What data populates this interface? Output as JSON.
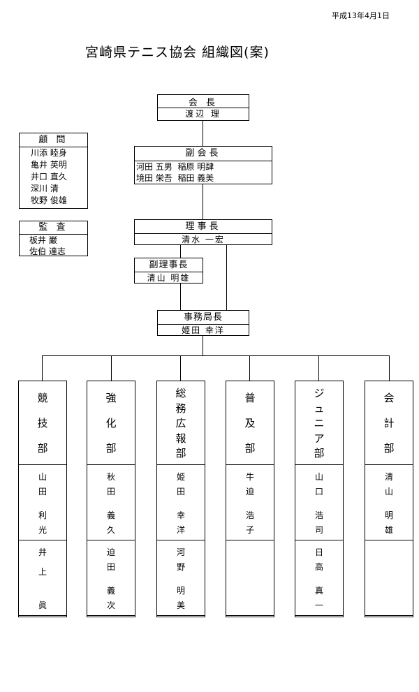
{
  "date": "平成13年4月1日",
  "title": "宮崎県テニス協会 組織図(案)",
  "president": {
    "title": "会 長",
    "name": "渡辺 理"
  },
  "vice_president": {
    "title": "副会長",
    "rows": [
      "河田 五男  稲原 明肆",
      "境田 栄吾  稲田 義美"
    ]
  },
  "chairman": {
    "title": "理事長",
    "name": "清水 一宏"
  },
  "vice_chairman": {
    "title": "副理事長",
    "name": "清山 明雄"
  },
  "secretary_general": {
    "title": "事務局長",
    "name": "姫田 幸洋"
  },
  "advisors": {
    "title": "顧 問",
    "members": [
      "川添 睦身",
      "亀井 英明",
      "井口 直久",
      "深川 清",
      "牧野 俊雄"
    ]
  },
  "auditors": {
    "title": "監 査",
    "members": [
      "板井 巌",
      "佐伯 達志"
    ]
  },
  "departments": [
    {
      "name": [
        "競",
        "技",
        "部"
      ],
      "cells": [
        [
          "山",
          "田",
          "",
          "利",
          "光"
        ],
        [
          "井",
          "上",
          "",
          "眞"
        ],
        []
      ]
    },
    {
      "name": [
        "強",
        "化",
        "部"
      ],
      "cells": [
        [
          "秋",
          "田",
          "",
          "義",
          "久"
        ],
        [
          "迫",
          "田",
          "",
          "義",
          "次"
        ],
        []
      ]
    },
    {
      "name": [
        "総",
        "務",
        "広",
        "報",
        "部"
      ],
      "cells": [
        [
          "姫",
          "田",
          "",
          "幸",
          "洋"
        ],
        [
          "河",
          "野",
          "",
          "明",
          "美"
        ],
        []
      ]
    },
    {
      "name": [
        "普",
        "及",
        "部"
      ],
      "cells": [
        [
          "牛",
          "迫",
          "",
          "浩",
          "子"
        ],
        [],
        []
      ]
    },
    {
      "name": [
        "ジ",
        "ュ",
        "ニ",
        "ア",
        "部"
      ],
      "cells": [
        [
          "山",
          "口",
          "",
          "浩",
          "司"
        ],
        [
          "日",
          "高",
          "",
          "真",
          "一"
        ],
        []
      ]
    },
    {
      "name": [
        "会",
        "計",
        "部"
      ],
      "cells": [
        [
          "清",
          "山",
          "",
          "明",
          "雄"
        ],
        [],
        []
      ]
    }
  ]
}
